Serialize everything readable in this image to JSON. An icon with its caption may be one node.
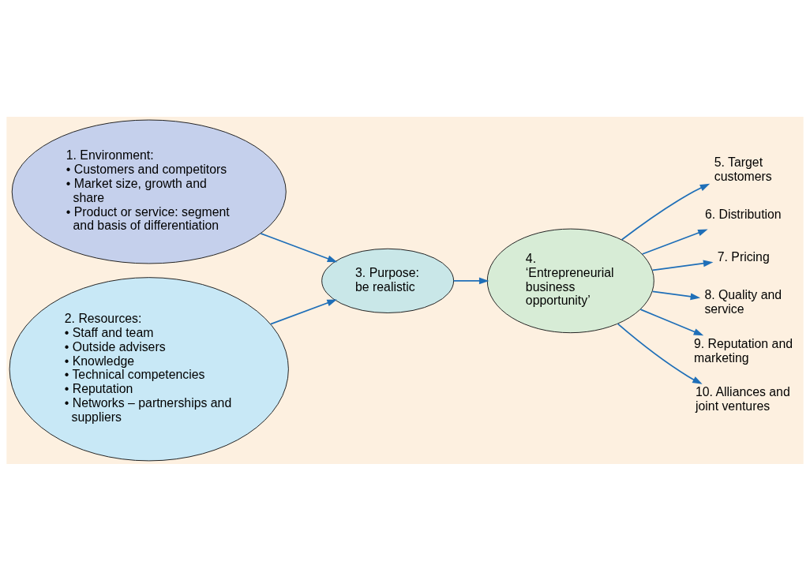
{
  "diagram": {
    "nodes": [
      {
        "text": [
          "1. Environment:",
          "• Customers and competitors",
          "• Market size, growth and share",
          "• Product or service: segment and basis of differentiation"
        ]
      },
      {
        "text": [
          "2. Resources:",
          "• Staff and team",
          "• Outside advisers",
          "• Knowledge",
          "• Technical competencies",
          "• Reputation",
          "• Networks – partnerships and suppliers"
        ]
      },
      {
        "text": [
          "3. Purpose: be realistic"
        ]
      },
      {
        "text": [
          "4. ‘Entrepreneurial business opportunity’"
        ]
      },
      {
        "text": [
          "5. Target customers"
        ]
      },
      {
        "text": [
          "6. Distribution"
        ]
      },
      {
        "text": [
          "7. Pricing"
        ]
      },
      {
        "text": [
          "8. Quality and service"
        ]
      },
      {
        "text": [
          "9. Reputation and marketing"
        ]
      },
      {
        "text": [
          "10. Alliances and joint ventures"
        ]
      }
    ],
    "edges": [
      {
        "from": 0,
        "to": 2,
        "arrow": "to"
      },
      {
        "from": 1,
        "to": 2,
        "arrow": "to"
      },
      {
        "from": 2,
        "to": 3,
        "arrow": "to"
      },
      {
        "from": 3,
        "to": 4,
        "arrow": "to"
      },
      {
        "from": 3,
        "to": 5,
        "arrow": "to"
      },
      {
        "from": 3,
        "to": 6,
        "arrow": "to"
      },
      {
        "from": 3,
        "to": 7,
        "arrow": "to"
      },
      {
        "from": 3,
        "to": 8,
        "arrow": "to"
      },
      {
        "from": 3,
        "to": 9,
        "arrow": "to"
      }
    ]
  }
}
